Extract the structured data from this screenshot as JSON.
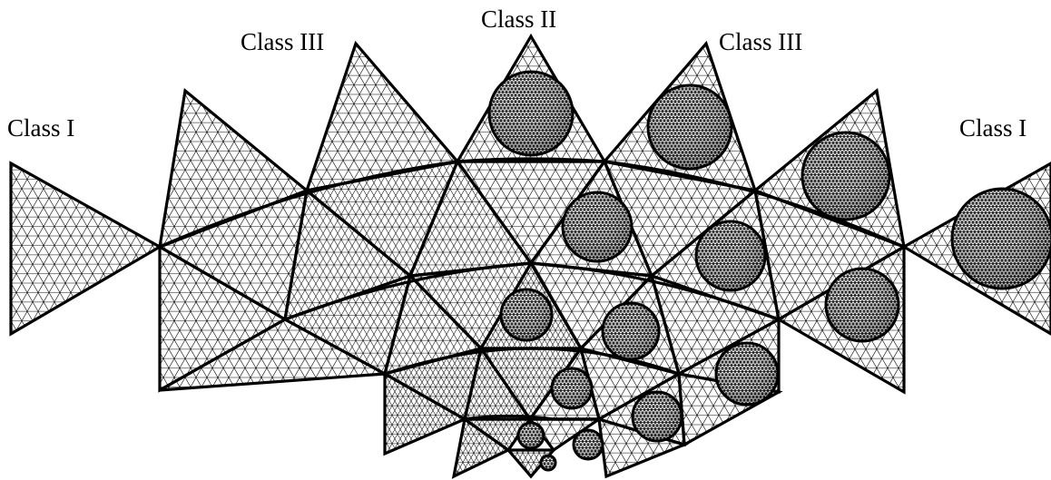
{
  "labels": {
    "class_i_left": "Class I",
    "class_i_right": "Class I",
    "class_ii": "Class II",
    "class_iii_left": "Class III",
    "class_iii_right": "Class III"
  },
  "colors": {
    "stroke": "#000000",
    "background": "#ffffff"
  },
  "figure": {
    "description_type": "geodesic icosahedral subdivision classes",
    "shapes": [
      "planar triangle faces with triangular grid",
      "geodesic spheres inscribed in triangles"
    ]
  }
}
